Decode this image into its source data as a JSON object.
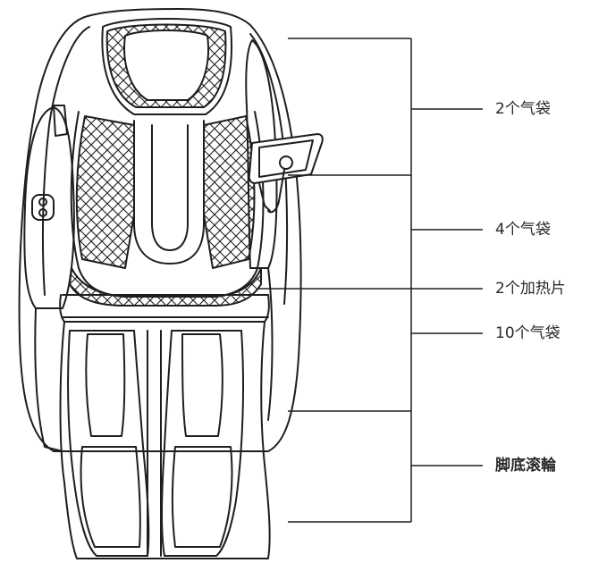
{
  "labels": {
    "airbags_head": "2个气袋",
    "airbags_back": "4个气袋",
    "heating": "2个加热片",
    "airbags_legs": "10个气袋",
    "foot_rollers": "脚底滚輪"
  },
  "colors": {
    "stroke": "#1e1e1e",
    "background": "#ffffff"
  }
}
